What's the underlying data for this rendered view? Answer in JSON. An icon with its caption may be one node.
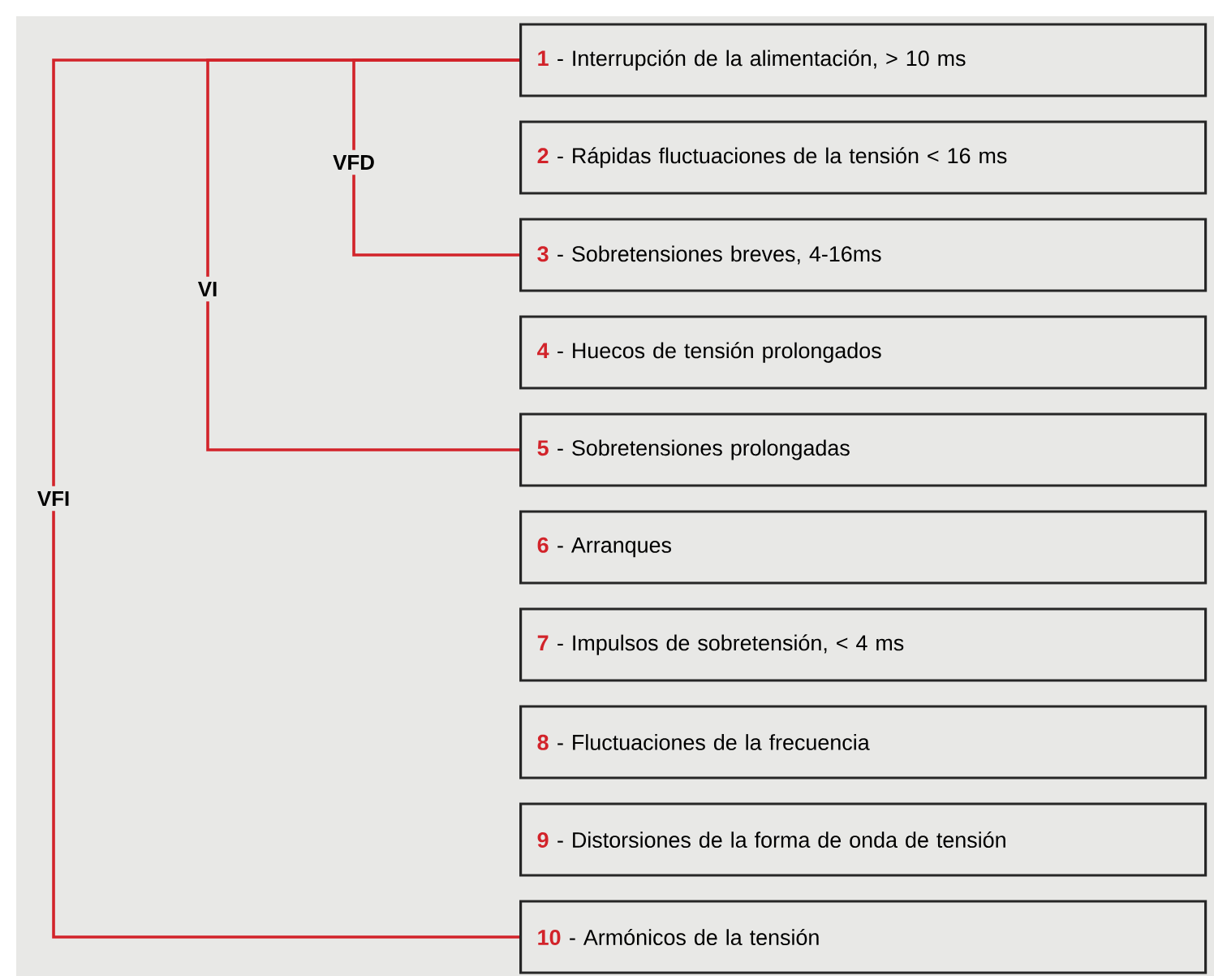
{
  "diagram": {
    "nodes": [
      {
        "text": [
          "1",
          "- Interrupción de la alimentación, > 10 ms"
        ]
      },
      {
        "text": [
          "2",
          "- Rápidas fluctuaciones de la tensión < 16 ms"
        ]
      },
      {
        "text": [
          "3",
          "- Sobretensiones breves, 4-16ms"
        ]
      },
      {
        "text": [
          "4",
          "- Huecos de tensión prolongados"
        ]
      },
      {
        "text": [
          "5",
          "- Sobretensiones prolongadas"
        ]
      },
      {
        "text": [
          "6",
          "- Arranques"
        ]
      },
      {
        "text": [
          "7",
          "- Impulsos de sobretensión, < 4 ms"
        ]
      },
      {
        "text": [
          "8",
          "- Fluctuaciones de la frecuencia"
        ]
      },
      {
        "text": [
          "9",
          "- Distorsiones de la forma de onda de tensión"
        ]
      },
      {
        "text": [
          "10",
          "- Armónicos de la tensión"
        ]
      },
      {
        "text": [
          "VFD"
        ]
      },
      {
        "text": [
          "VI"
        ]
      },
      {
        "text": [
          "VFI"
        ]
      }
    ],
    "edges": [
      {
        "from": 10,
        "to": 0,
        "arrow": "none"
      },
      {
        "from": 10,
        "to": 2,
        "arrow": "none"
      },
      {
        "from": 11,
        "to": 0,
        "arrow": "none"
      },
      {
        "from": 11,
        "to": 4,
        "arrow": "none"
      },
      {
        "from": 12,
        "to": 0,
        "arrow": "none"
      },
      {
        "from": 12,
        "to": 9,
        "arrow": "none"
      }
    ]
  }
}
